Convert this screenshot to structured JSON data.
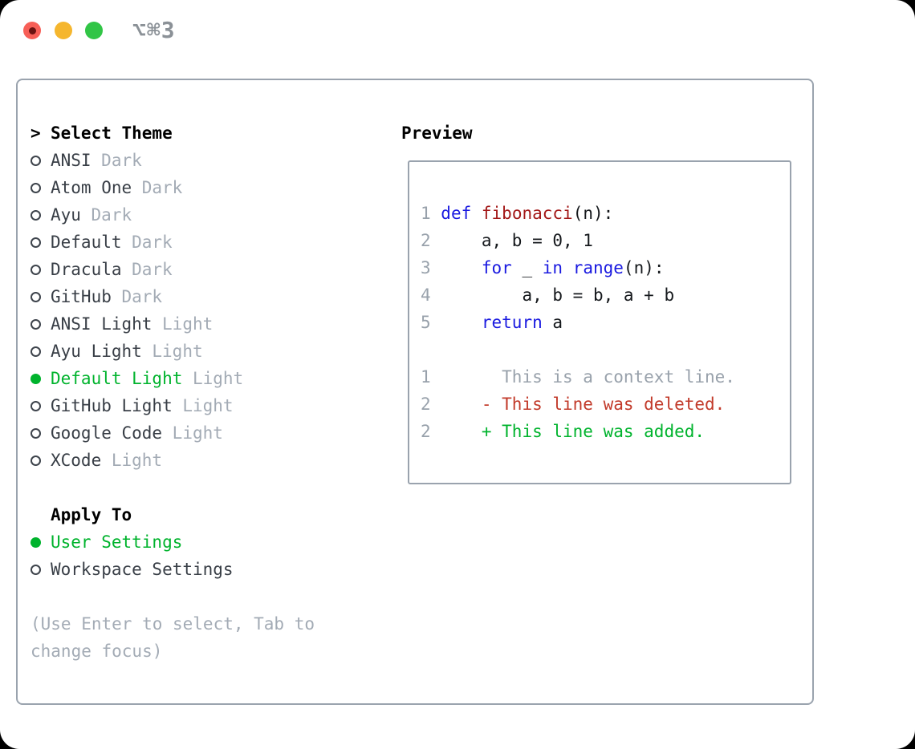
{
  "titlebar": {
    "title": "⌥⌘3",
    "buttons": [
      "close",
      "minimize",
      "zoom"
    ]
  },
  "theme_panel": {
    "prompt": ">",
    "header": "Select Theme",
    "themes": [
      {
        "name": "ANSI",
        "variant": "Dark",
        "selected": false
      },
      {
        "name": "Atom One",
        "variant": "Dark",
        "selected": false
      },
      {
        "name": "Ayu",
        "variant": "Dark",
        "selected": false
      },
      {
        "name": "Default",
        "variant": "Dark",
        "selected": false
      },
      {
        "name": "Dracula",
        "variant": "Dark",
        "selected": false
      },
      {
        "name": "GitHub",
        "variant": "Dark",
        "selected": false
      },
      {
        "name": "ANSI Light",
        "variant": "Light",
        "selected": false
      },
      {
        "name": "Ayu Light",
        "variant": "Light",
        "selected": false
      },
      {
        "name": "Default Light",
        "variant": "Light",
        "selected": true
      },
      {
        "name": "GitHub Light",
        "variant": "Light",
        "selected": false
      },
      {
        "name": "Google Code",
        "variant": "Light",
        "selected": false
      },
      {
        "name": "XCode",
        "variant": "Light",
        "selected": false
      }
    ],
    "apply_to": {
      "header": "Apply To",
      "options": [
        {
          "label": "User Settings",
          "selected": true
        },
        {
          "label": "Workspace Settings",
          "selected": false
        }
      ]
    },
    "help_lines": [
      "(Use Enter to select, Tab to",
      "change focus)"
    ]
  },
  "preview": {
    "header": "Preview",
    "code_lines": [
      {
        "num": "1",
        "tokens": [
          {
            "t": "def",
            "c": "kw"
          },
          {
            "t": " ",
            "c": "pl"
          },
          {
            "t": "fibonacci",
            "c": "fn"
          },
          {
            "t": "(n):",
            "c": "pl"
          }
        ]
      },
      {
        "num": "2",
        "tokens": [
          {
            "t": "    a, b = 0, 1",
            "c": "pl"
          }
        ]
      },
      {
        "num": "3",
        "tokens": [
          {
            "t": "    ",
            "c": "pl"
          },
          {
            "t": "for",
            "c": "kw"
          },
          {
            "t": " _ ",
            "c": "pl"
          },
          {
            "t": "in",
            "c": "kw"
          },
          {
            "t": " ",
            "c": "pl"
          },
          {
            "t": "range",
            "c": "kw"
          },
          {
            "t": "(n):",
            "c": "pl"
          }
        ]
      },
      {
        "num": "4",
        "tokens": [
          {
            "t": "        a, b = b, a + b",
            "c": "pl"
          }
        ]
      },
      {
        "num": "5",
        "tokens": [
          {
            "t": "    ",
            "c": "pl"
          },
          {
            "t": "return",
            "c": "kw"
          },
          {
            "t": " a",
            "c": "pl"
          }
        ]
      }
    ],
    "diff_lines": [
      {
        "num": "1",
        "sign": " ",
        "text": "This is a context line.",
        "type": "ctx"
      },
      {
        "num": "2",
        "sign": "-",
        "text": "This line was deleted.",
        "type": "del"
      },
      {
        "num": "2",
        "sign": "+",
        "text": "This line was added.",
        "type": "add"
      }
    ]
  },
  "colors": {
    "selection_green": "#00b32d",
    "keyword_blue": "#1a1ae0",
    "function_red": "#a31818",
    "diff_deleted_red": "#c23a2a",
    "diff_added_green": "#00b32d",
    "muted_gray": "#a3abb5",
    "dark_text": "#383e46",
    "border_gray": "#9aa3ae",
    "traffic_red": "#f75f57",
    "traffic_yellow": "#f5b62e",
    "traffic_green": "#31c546"
  }
}
